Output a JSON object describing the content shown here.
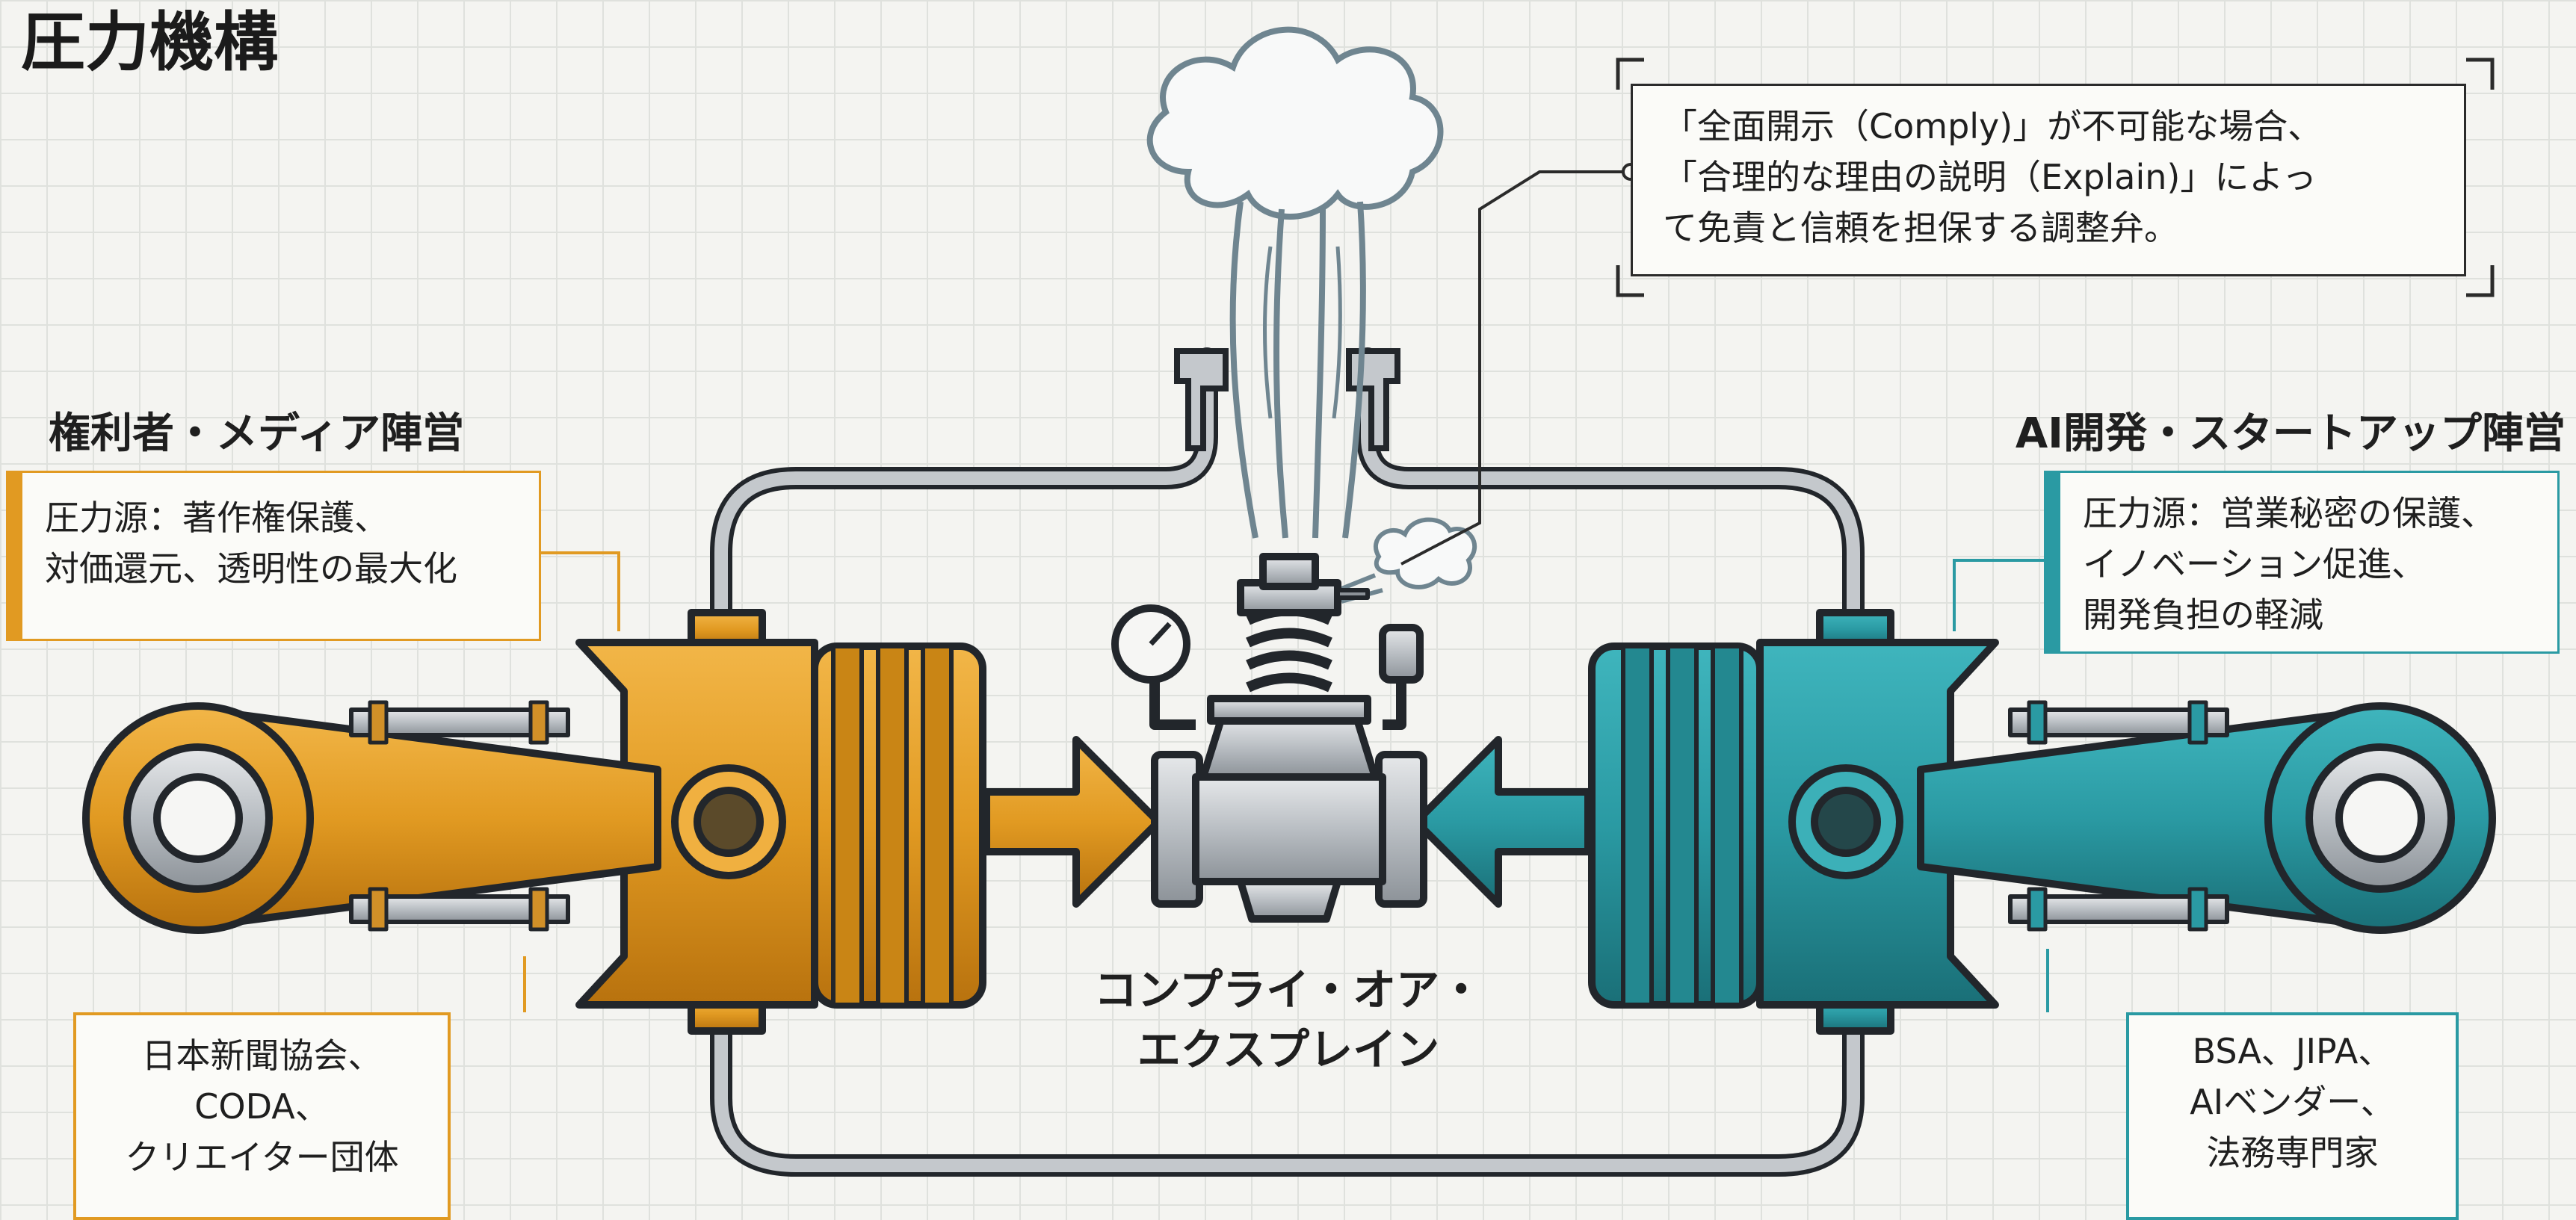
{
  "title": "圧力機構",
  "left_group": {
    "heading": "権利者・メディア陣営",
    "pressure_lines": [
      "圧力源：著作権保護、",
      "対価還元、透明性の最大化"
    ],
    "members_lines": [
      "日本新聞協会、",
      "CODA、",
      "クリエイター団体"
    ]
  },
  "right_group": {
    "heading": "AI開発・スタートアップ陣営",
    "pressure_lines": [
      "圧力源：営業秘密の保護、",
      "イノベーション促進、",
      "開発負担の軽減"
    ],
    "members_lines": [
      "BSA、JIPA、",
      "AIベンダー、",
      "法務専門家"
    ]
  },
  "valve": {
    "label_lines": [
      "コンプライ・オア・",
      "エクスプレイン"
    ]
  },
  "callout": {
    "lines": [
      "「全面開示（Comply)」が不可能な場合、",
      "「合理的な理由の説明（Explain)」によっ",
      "て免責と信頼を担保する調整弁。"
    ]
  },
  "colors": {
    "orange": "#e19a22",
    "teal": "#2a9aa3",
    "steel": "#b9bec3",
    "outline": "#22262b"
  }
}
